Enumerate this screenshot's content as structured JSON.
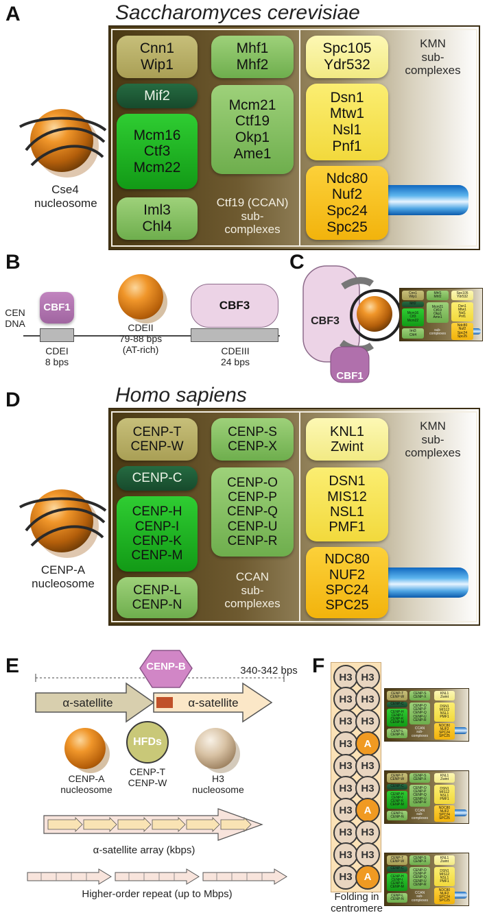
{
  "panel_letters": {
    "a": "A",
    "b": "B",
    "c": "C",
    "d": "D",
    "e": "E",
    "f": "F"
  },
  "yeast": {
    "species": "Saccharomyces cerevisiae",
    "nucleosome_label": [
      "Cse4",
      "nucleosome"
    ],
    "ccan": {
      "cnn1_wip1": [
        "Cnn1",
        "Wip1"
      ],
      "mif2": [
        "Mif2"
      ],
      "mcm16": [
        "Mcm16",
        "Ctf3",
        "Mcm22"
      ],
      "iml3": [
        "Iml3",
        "Chl4"
      ],
      "mhf": [
        "Mhf1",
        "Mhf2"
      ],
      "mcm21": [
        "Mcm21",
        "Ctf19",
        "Okp1",
        "Ame1"
      ],
      "caption": [
        "Ctf19 (CCAN)",
        "sub-",
        "complexes"
      ]
    },
    "kmn": {
      "spc105": [
        "Spc105",
        "Ydr532"
      ],
      "dsn1": [
        "Dsn1",
        "Mtw1",
        "Nsl1",
        "Pnf1"
      ],
      "ndc80": [
        "Ndc80",
        "Nuf2",
        "Spc24",
        "Spc25"
      ],
      "caption": [
        "KMN",
        "sub-",
        "complexes"
      ]
    }
  },
  "cen": {
    "dna_label": [
      "CEN",
      "DNA"
    ],
    "cbf1": "CBF1",
    "cbf3": "CBF3",
    "cdei": [
      "CDEI",
      "8 bps"
    ],
    "cdeii": [
      "CDEII",
      "79-88 bps",
      "(AT-rich)"
    ],
    "cdeiii": [
      "CDEIII",
      "24 bps"
    ]
  },
  "c_panel": {
    "cbf3": "CBF3",
    "cbf1": "CBF1"
  },
  "human": {
    "species": "Homo sapiens",
    "nucleosome_label": [
      "CENP-A",
      "nucleosome"
    ],
    "ccan": {
      "tw": [
        "CENP-T",
        "CENP-W"
      ],
      "c": [
        "CENP-C"
      ],
      "hikm": [
        "CENP-H",
        "CENP-I",
        "CENP-K",
        "CENP-M"
      ],
      "ln": [
        "CENP-L",
        "CENP-N"
      ],
      "sx": [
        "CENP-S",
        "CENP-X"
      ],
      "opqur": [
        "CENP-O",
        "CENP-P",
        "CENP-Q",
        "CENP-U",
        "CENP-R"
      ],
      "caption": [
        "CCAN",
        "sub-",
        "complexes"
      ]
    },
    "kmn": {
      "knl1": [
        "KNL1",
        "Zwint"
      ],
      "dsn1": [
        "DSN1",
        "MIS12",
        "NSL1",
        "PMF1"
      ],
      "ndc80": [
        "NDC80",
        "NUF2",
        "SPC24",
        "SPC25"
      ],
      "caption": [
        "KMN",
        "sub-",
        "complexes"
      ]
    }
  },
  "alpha": {
    "length": "340-342 bps",
    "cenpb": "CENP-B",
    "sat_left": "α-satellite",
    "sat_right": "α-satellite",
    "hfds": "HFDs",
    "cenpa_label": [
      "CENP-A",
      "nucleosome"
    ],
    "tw_label": [
      "CENP-T",
      "CENP-W"
    ],
    "h3_label": [
      "H3",
      "nucleosome"
    ],
    "array_label": "α-satellite array (kbps)",
    "hor_label": "Higher-order repeat (up to Mbps)"
  },
  "fold": {
    "h3": "H3",
    "a": "A",
    "caption": [
      "Folding in",
      "centromere"
    ]
  },
  "colors": {
    "olive": "#b5ab63",
    "light_green": "#86c363",
    "green": "#1fb523",
    "dark_green": "#1f5c37",
    "light_yellow": "#f8f19c",
    "yellow": "#f6e04e",
    "orange": "#f6be1c",
    "cbf_pink": "#b27ab0",
    "cbf3_pink": "#ecd3e6",
    "satellite": "#fbe7c7",
    "fold_column": "#fbe2b7"
  }
}
